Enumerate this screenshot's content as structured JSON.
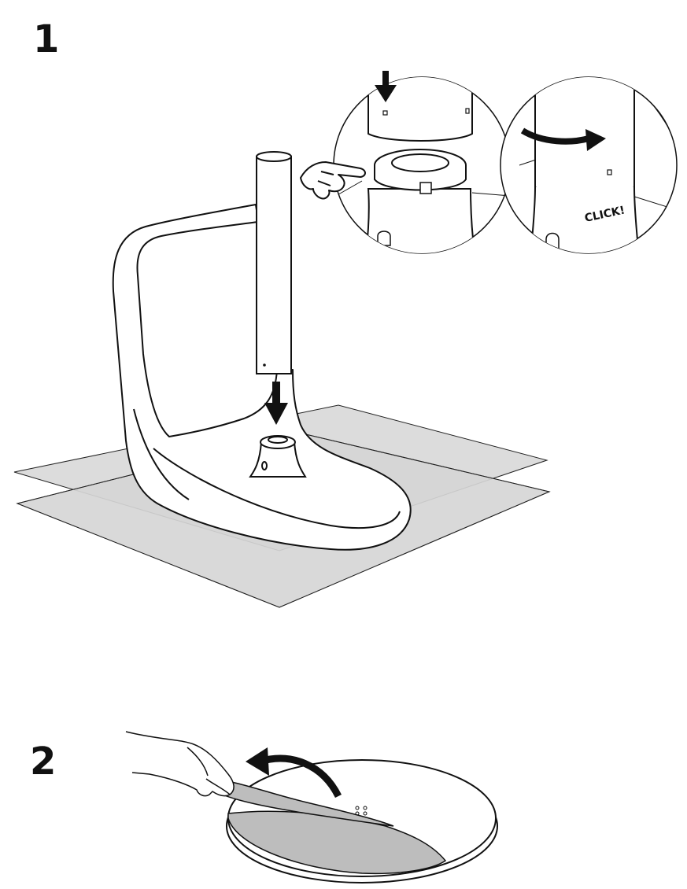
{
  "steps": [
    {
      "number": "1"
    },
    {
      "number": "2"
    }
  ],
  "callouts": {
    "click_label": "CLICK!"
  },
  "colors": {
    "line": "#111111",
    "floor": "#d9d9d9",
    "film": "#bdbdbd",
    "background": "#ffffff"
  },
  "icons": [
    "down-arrow-icon",
    "rotate-arrow-icon",
    "pointing-hand-icon",
    "peel-arrow-icon"
  ]
}
